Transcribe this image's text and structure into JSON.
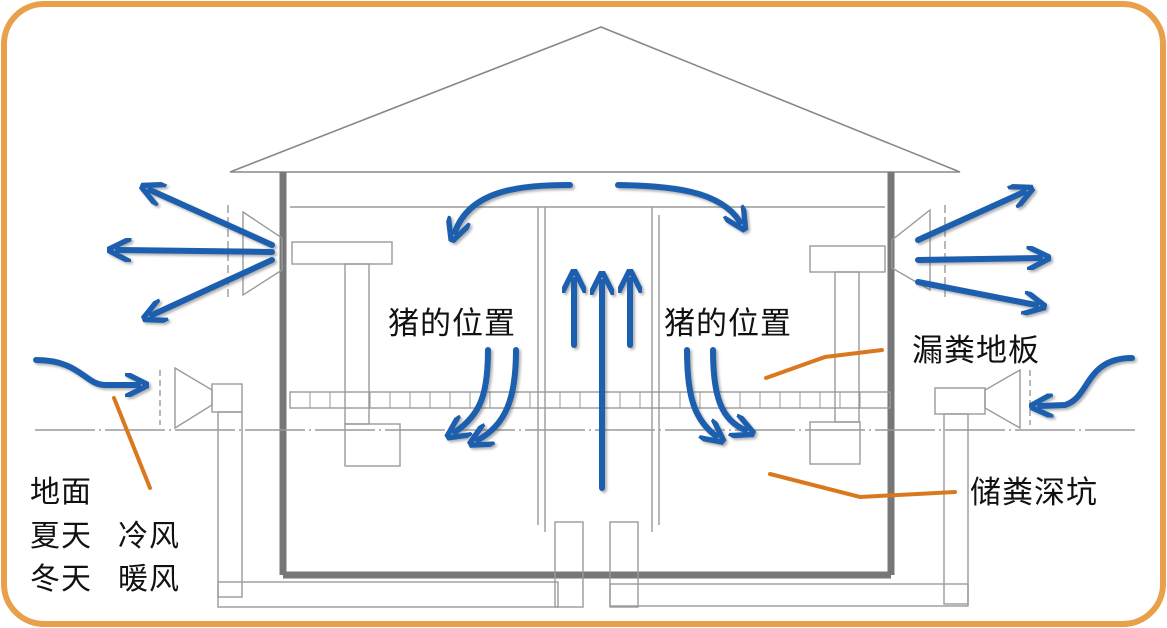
{
  "labels": {
    "pig_left": "猪的位置",
    "pig_right": "猪的位置",
    "slatted_floor": "漏粪地板",
    "manure_pit": "储粪深坑"
  },
  "legend": {
    "ground": "地面",
    "summer": "夏天",
    "cold_wind": "冷风",
    "winter": "冬天",
    "warm_wind": "暖风"
  },
  "colors": {
    "frame": "#E8A14A",
    "airflow": "#1F5FAE",
    "pointer": "#D9791F",
    "structure": "#9A9A9A"
  }
}
